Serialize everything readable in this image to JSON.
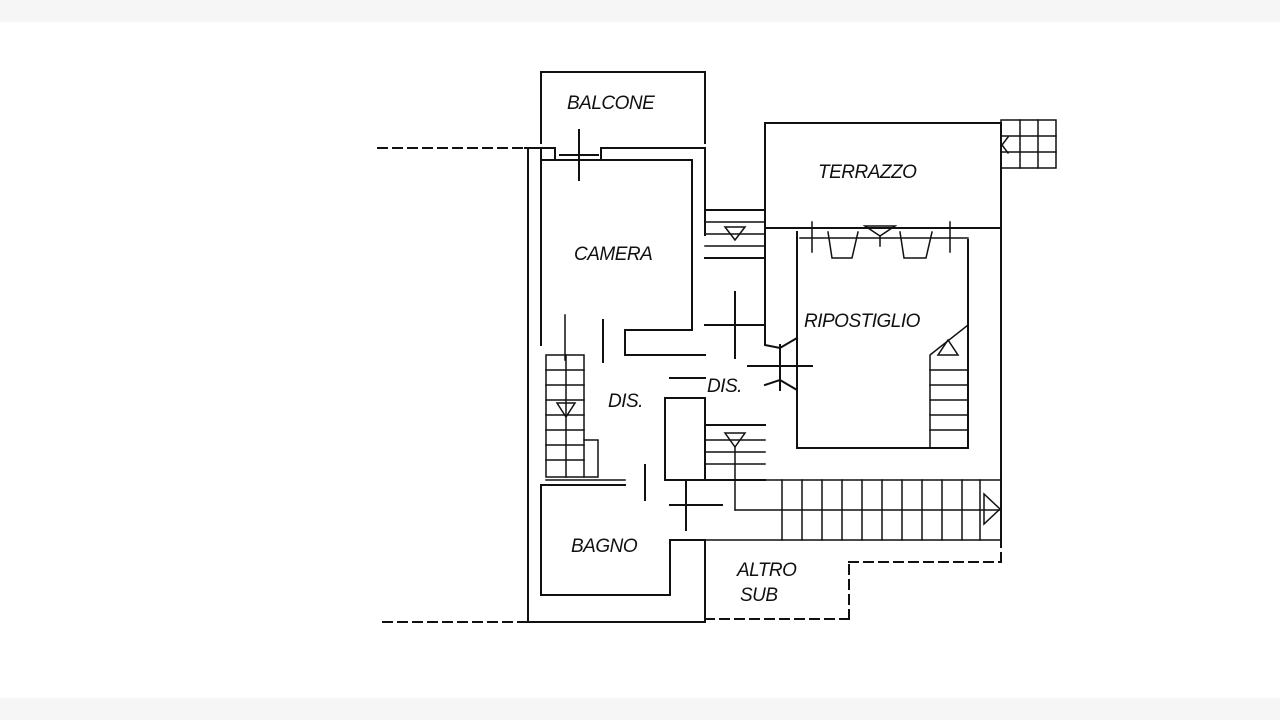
{
  "plan": {
    "rooms": {
      "balcone": "BALCONE",
      "terrazzo": "TERRAZZO",
      "camera": "CAMERA",
      "ripostiglio": "RIPOSTIGLIO",
      "dis_left": "DIS.",
      "dis_center": "DIS.",
      "bagno": "BAGNO",
      "altro_sub_line1": "ALTRO",
      "altro_sub_line2": "SUB"
    }
  },
  "colors": {
    "background": "#ffffff",
    "frame": "#f6f6f6",
    "ink": "#111111"
  }
}
